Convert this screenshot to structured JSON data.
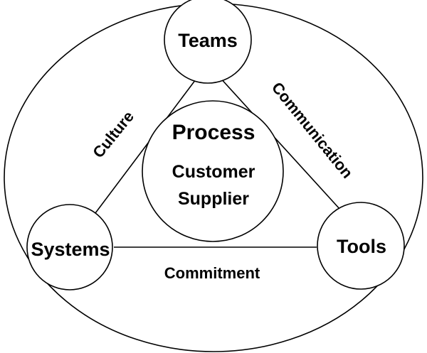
{
  "nodes": {
    "top": "Teams",
    "left": "Systems",
    "right": "Tools"
  },
  "edges": {
    "left": "Culture",
    "right": "Communication",
    "bottom": "Commitment"
  },
  "center": {
    "title": "Process",
    "line1": "Customer",
    "line2": "Supplier"
  }
}
